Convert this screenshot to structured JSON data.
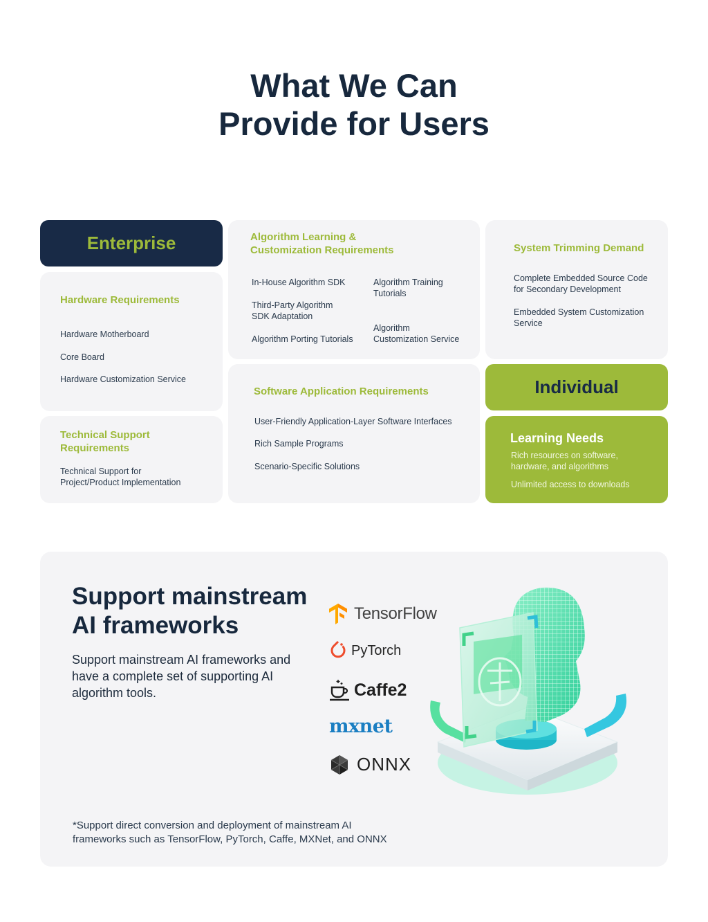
{
  "page": {
    "title_line1": "What We Can",
    "title_line2": "Provide for Users"
  },
  "enterprise": {
    "label": "Enterprise",
    "hardware": {
      "title": "Hardware Requirements",
      "items": [
        "Hardware Motherboard",
        "Core Board",
        "Hardware Customization Service"
      ]
    },
    "technical": {
      "title_line1": "Technical Support",
      "title_line2": "Requirements",
      "items": [
        "Technical Support for",
        "Project/Product Implementation"
      ]
    },
    "algorithm": {
      "title_line1": "Algorithm Learning &",
      "title_line2": "Customization Requirements",
      "items_left": [
        "In-House Algorithm SDK",
        "Third-Party Algorithm",
        "SDK Adaptation",
        "Algorithm Porting Tutorials"
      ],
      "items_right": [
        "Algorithm Training",
        "Tutorials",
        "Algorithm",
        "Customization Service"
      ]
    },
    "software": {
      "title": "Software Application Requirements",
      "items": [
        "User-Friendly Application-Layer Software Interfaces",
        "Rich Sample Programs",
        "Scenario-Specific Solutions"
      ]
    },
    "system": {
      "title": "System Trimming Demand",
      "items": [
        "Complete Embedded Source Code",
        "for Secondary Development",
        "Embedded System Customization",
        "Service"
      ]
    }
  },
  "individual": {
    "label": "Individual",
    "learning": {
      "title": "Learning Needs",
      "items": [
        "Rich resources on software,",
        "hardware, and algorithms",
        "Unlimited access to downloads"
      ]
    }
  },
  "frameworks": {
    "title_line1": "Support mainstream",
    "title_line2": "AI frameworks",
    "description": "Support mainstream AI frameworks and have a complete set of supporting AI algorithm tools.",
    "logos": [
      {
        "name": "TensorFlow",
        "icon": "tensorflow-logo-icon"
      },
      {
        "name": "PyTorch",
        "icon": "pytorch-logo-icon"
      },
      {
        "name": "Caffe2",
        "icon": "caffe2-logo-icon"
      },
      {
        "name": "mxnet",
        "icon": "mxnet-logo-icon"
      },
      {
        "name": "ONNX",
        "icon": "onnx-logo-icon"
      }
    ],
    "note_line1": "*Support direct conversion and deployment of mainstream AI",
    "note_line2": "frameworks such as TensorFlow, PyTorch, Caffe, MXNet, and ONNX"
  },
  "colors": {
    "navy": "#182a46",
    "green": "#9dba3a",
    "card_bg": "#f4f4f6"
  }
}
